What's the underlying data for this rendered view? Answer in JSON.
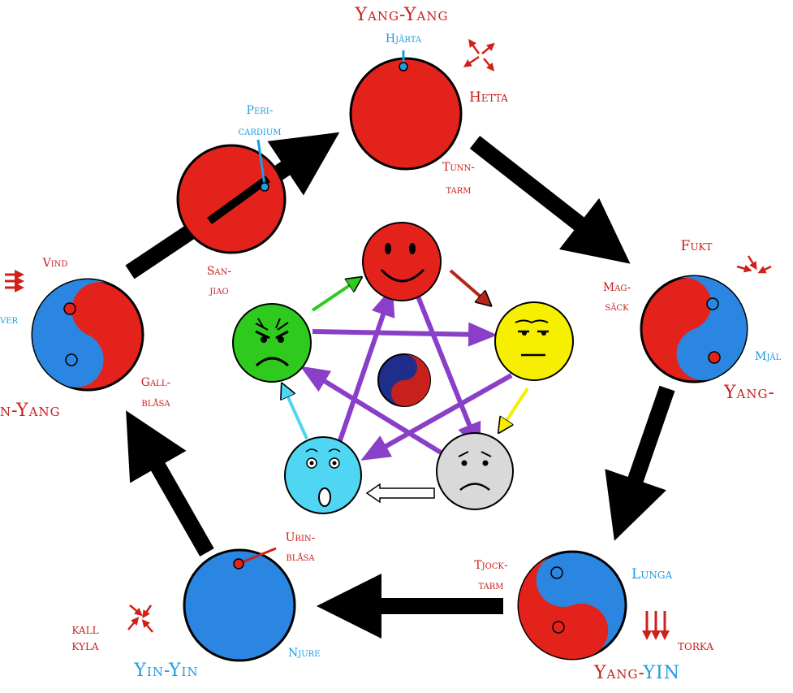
{
  "colors": {
    "red": "#e4221c",
    "blue": "#2a86e0",
    "black": "#000000",
    "purple": "#8a3fc8",
    "green": "#2ecb1e",
    "yellow": "#f6f000",
    "grey": "#d9d9d9",
    "cyan": "#4fd6f2",
    "label_red": "#c8201c",
    "label_blue": "#1e9ce0"
  },
  "elements": {
    "fire": {
      "title": "Yang-Yang",
      "organ_top": "Hjärta",
      "climate": "Hetta",
      "organ2_a": "Tunn-",
      "organ2_b": "tarm"
    },
    "pericardium": {
      "organ_a": "Peri-",
      "organ_b": "cardium",
      "organ2_a": "San-",
      "organ2_b": "jiao"
    },
    "earth": {
      "climate": "Fukt",
      "organ_a": "Mag-",
      "organ_b": "säck",
      "organ2": "Mjäl",
      "title": "Yang-"
    },
    "metal": {
      "organ_a": "Tjock-",
      "organ_b": "tarm",
      "organ2": "Lunga",
      "climate": "torka",
      "title_a": "Yang-",
      "title_b": "YIN"
    },
    "water": {
      "organ_a": "Urin-",
      "organ_b": "blåsa",
      "organ2": "Njure",
      "climate_a": "kall",
      "climate_b": "kyla",
      "title": "Yin-Yin"
    },
    "wood": {
      "climate": "Vind",
      "organ_left": "ver",
      "organ_a": "Gall-",
      "organ_b": "blåsa",
      "title": "n-Yang"
    }
  },
  "icons": {
    "climate_fire": "scatter-arrows-icon",
    "climate_earth": "converging-arrows-icon",
    "climate_metal": "down-arrows-icon",
    "climate_water": "crossing-arrows-icon",
    "climate_wood": "right-arrows-icon",
    "center": "yin-yang-icon"
  }
}
